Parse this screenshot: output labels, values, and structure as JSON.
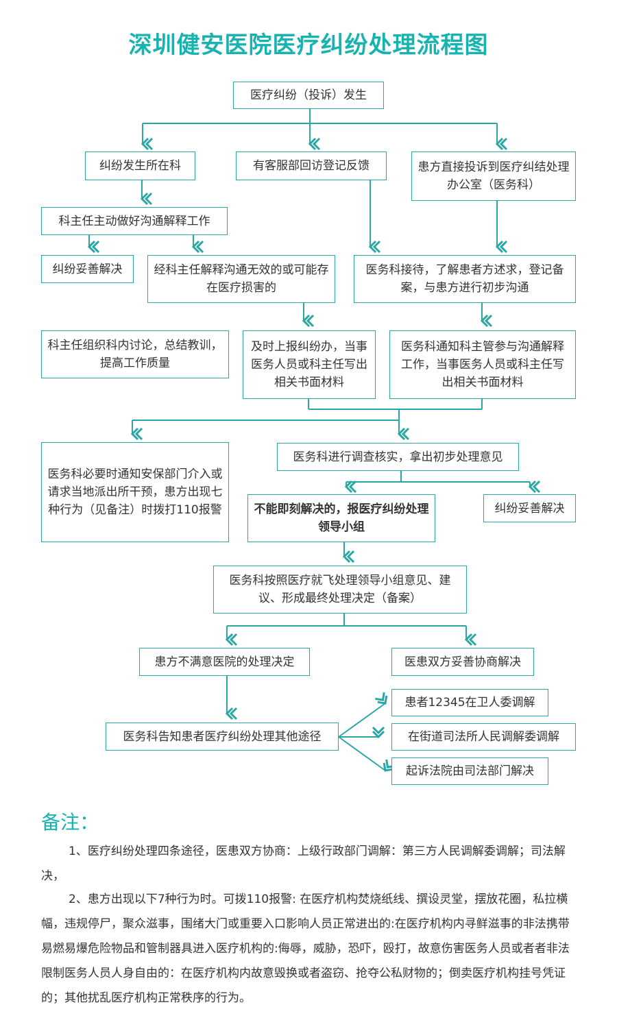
{
  "title": "深圳健安医院医疗纠纷处理流程图",
  "accent_color": "#16b3b0",
  "line_color": "#2aa7a4",
  "nodes": {
    "n1": "医疗纠纷（投诉）发生",
    "n2": "纠纷发生所在科",
    "n3": "有客服部回访登记反馈",
    "n4": "患方直接投诉到医疗纠结处理办公室（医务科）",
    "n5": "科主任主动做好沟通解释工作",
    "n6": "纠纷妥善解决",
    "n7": "经科主任解释沟通无效的或可能存在医疗损害的",
    "n8": "医务科接待，了解患者方述求，登记备案，与患方进行初步沟通",
    "n9": "科主任组织科内讨论，总结教训，提高工作质量",
    "n10": "及时上报纠纷办，当事医务人员或科主任写出相关书面材料",
    "n11": "医务科通知科主管参与沟通解释工作，当事医务人员或科主任写出相关书面材料",
    "n12": "医务科必要时通知安保部门介入或请求当地派出所干预，患方出现七种行为（见备注）时拨打110报警",
    "n13": "医务科进行调查核实，拿出初步处理意见",
    "n14": "不能即刻解决的，报医疗纠纷处理领导小组",
    "n15": "纠纷妥善解决",
    "n16": "医务科按照医疗就飞处理领导小组意见、建议、形成最终处理决定（备案）",
    "n17": "患方不满意医院的处理决定",
    "n18": "医患双方妥善协商解决",
    "n19": "医务科告知患者医疗纠纷处理其他途径",
    "n20": "患者12345在卫人委调解",
    "n21": "在街道司法所人民调解委调解",
    "n22": "起诉法院由司法部门解决"
  },
  "notes": {
    "heading": "备注：",
    "note1": "1、医疗纠纷处理四条途径，医患双方协商：上级行政部门调解：第三方人民调解委调解；司法解决，",
    "note2": "2、患方出现以下7种行为时。可拨110报警: 在医疗机构焚烧纸线、撰设灵堂，摆放花圈，私拉横幅，违规停尸，聚众滋事，围绪大门或重要入口影响人员正常进出的:在医疗机构内寻鲜滋事的非法携带易燃易爆危险物品和管制器具进入医疗机构的:侮辱，威胁，恐吓，殴打，故意伤害医务人员或者者非法限制医务人员人身自由的：在医疗机构内故意毁换或者盗窃、抢夺公私财物的；倒卖医疗机构挂号凭证的；其他扰乱医疗机构正常秩序的行为。"
  }
}
